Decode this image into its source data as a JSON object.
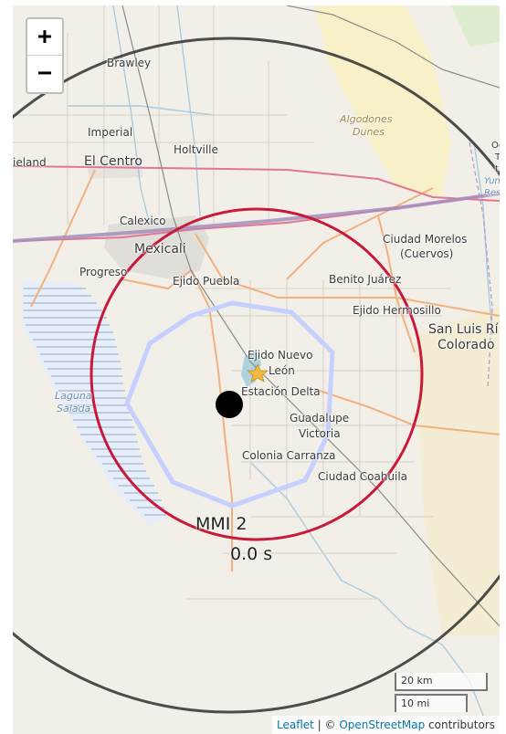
{
  "zoom": {
    "in_label": "+",
    "out_label": "−"
  },
  "places": {
    "brawley": "Brawley",
    "imperial": "Imperial",
    "holtville": "Holtville",
    "el_centro": "El Centro",
    "westmorland": "ieland",
    "algodones_1": "Algodones",
    "algodones_2": "Dunes",
    "calexico": "Calexico",
    "mexicali": "Mexicali",
    "progreso": "Progreso",
    "ejido_puebla": "Ejido Puebla",
    "ciudad_morelos_1": "Ciudad Morelos",
    "ciudad_morelos_2": "(Cuervos)",
    "benito_juarez": "Benito Juárez",
    "ejido_hermosillo": "Ejido Hermosillo",
    "san_luis_1": "San Luis Rí",
    "san_luis_2": "Colorado",
    "ejido_nuevo_1": "Ejido Nuevo",
    "ejido_nuevo_2": "León",
    "estacion_delta": "Estación Delta",
    "guadalupe_1": "Guadalupe",
    "guadalupe_2": "Victoria",
    "colonia_carranza": "Colonia Carranza",
    "ciudad_coahuila": "Ciudad Coahuila",
    "laguna_1": "Laguna",
    "laguna_2": "Salada",
    "yuma_1": "Oc",
    "yuma_2": "T",
    "yuma_3": "t",
    "yuma_4": "Yun",
    "yuma_5": "Res"
  },
  "overlay": {
    "mmi_label": "MMI 2",
    "time_label": "0.0 s",
    "colors": {
      "outer_ring": "#2f2f2f",
      "s_wave_ring": "#c8193c",
      "mmi_contour": "#c6d0ff",
      "epicenter": "#000000",
      "station_star": "#f5b942"
    }
  },
  "scale": {
    "km_label": "20 km",
    "mi_label": "10 mi"
  },
  "attribution": {
    "leaflet": "Leaflet",
    "separator": " | © ",
    "osm": "OpenStreetMap",
    "suffix": " contributors"
  }
}
